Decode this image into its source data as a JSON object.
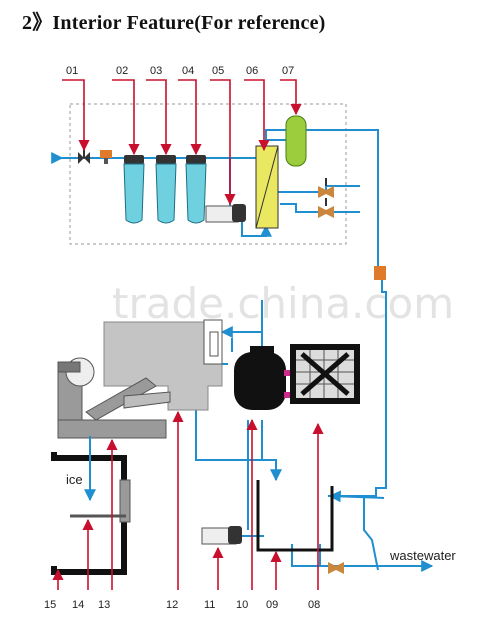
{
  "title": "2》Interior Feature(For reference)",
  "watermark": "trade.china.com",
  "labels": {
    "ice": "ice",
    "wastewater": "wastewater"
  },
  "callouts": {
    "c01": "01",
    "c02": "02",
    "c03": "03",
    "c04": "04",
    "c05": "05",
    "c06": "06",
    "c07": "07",
    "c08": "08",
    "c09": "09",
    "c10": "10",
    "c11": "11",
    "c12": "12",
    "c13": "13",
    "c14": "14",
    "c15": "15"
  },
  "colors": {
    "arrow": "#c8102e",
    "pipe": "#1f8fd0",
    "filter": "#6fd0e0",
    "tank": "#9ccd3c",
    "membrane": "#e9e860",
    "hopper": "#c4c4c4",
    "frame": "#111111"
  }
}
